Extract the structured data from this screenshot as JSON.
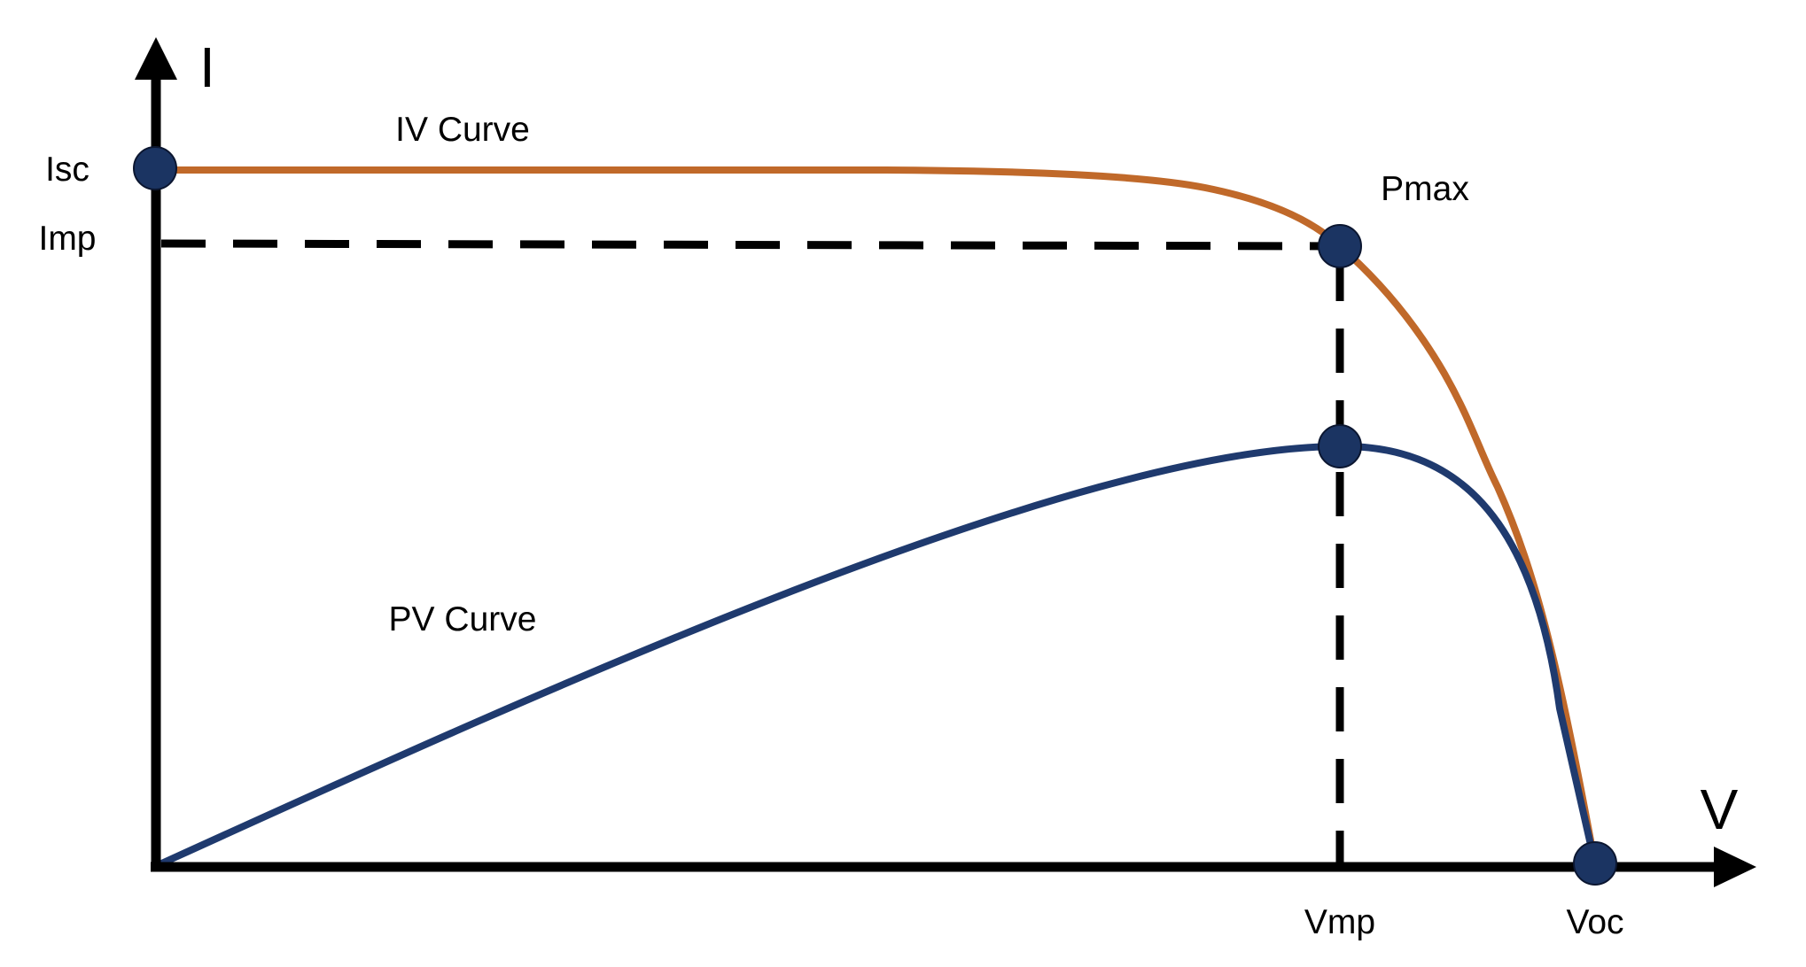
{
  "colors": {
    "iv_curve": "#C0692A",
    "pv_curve": "#1F3A6E",
    "marker_fill": "#1B3462",
    "marker_stroke": "#0B1630",
    "axis": "#000000",
    "guide": "#000000"
  },
  "axes": {
    "y_label": "I",
    "x_label": "V"
  },
  "y_ticks": {
    "isc": "Isc",
    "imp": "Imp"
  },
  "x_ticks": {
    "vmp": "Vmp",
    "voc": "Voc"
  },
  "annotations": {
    "iv_curve": "IV Curve",
    "pv_curve": "PV Curve",
    "pmax": "Pmax"
  }
}
